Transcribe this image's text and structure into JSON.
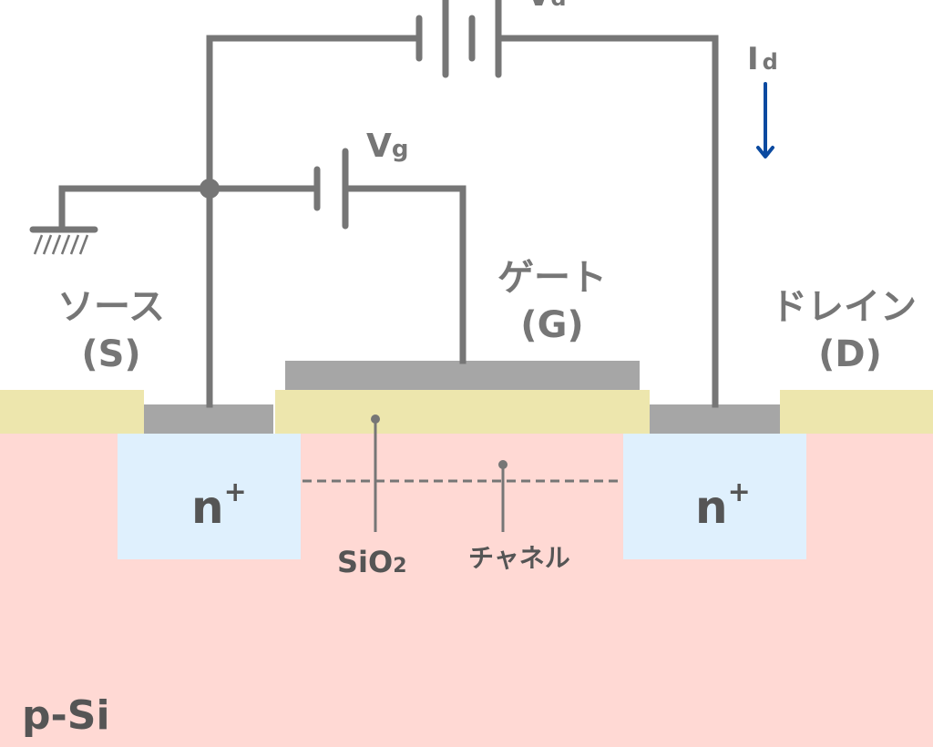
{
  "diagram": {
    "title": "MOSFET structure (n-channel)",
    "colors": {
      "substrate": "#ffd9d4",
      "n_region": "#dff0fd",
      "oxide": "#ede6ad",
      "metal": "#a6a6a6",
      "wire": "#767676",
      "current_arrow": "#0b4aa0",
      "label": "#767676",
      "label_dark": "#555555"
    },
    "labels": {
      "vd_main": "V",
      "vd_sub": "d",
      "id_main": "I",
      "id_sub": "d",
      "vg_main": "V",
      "vg_sub": "g",
      "source_jp": "ソース",
      "source_abbr": "(S)",
      "gate_jp": "ゲート",
      "gate_abbr": "(G)",
      "drain_jp": "ドレイン",
      "drain_abbr": "(D)",
      "n_plus_left": "n",
      "n_plus_left_sup": "+",
      "n_plus_right": "n",
      "n_plus_right_sup": "+",
      "sio2_main": "SiO",
      "sio2_sub": "2",
      "channel": "チャネル",
      "substrate": "p-Si"
    },
    "components": [
      "drain-battery",
      "gate-battery",
      "ground",
      "junction-node",
      "current-arrow"
    ]
  }
}
